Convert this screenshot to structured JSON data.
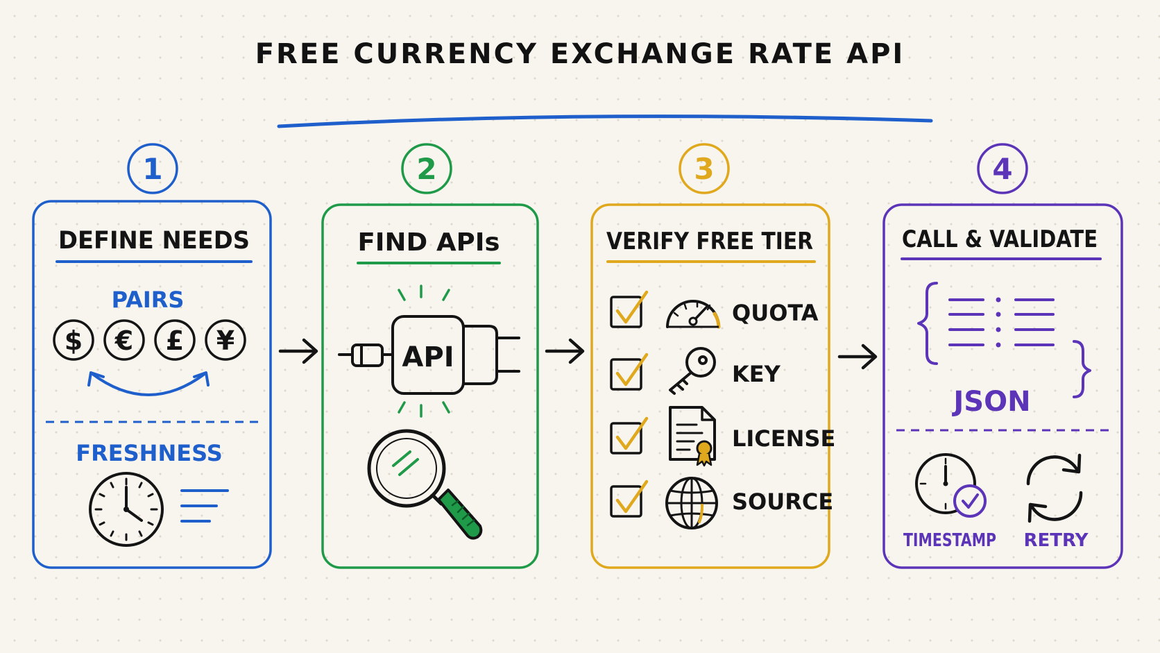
{
  "title": "FREE CURRENCY EXCHANGE RATE API",
  "colors": {
    "blue": "#1f5fcc",
    "green": "#1e9a48",
    "amber": "#e0a81c",
    "purple": "#5b34b8",
    "ink": "#141414",
    "background": "#f8f5ef"
  },
  "steps": [
    {
      "number": "1",
      "title": "DEFINE NEEDS",
      "pairs_label": "PAIRS",
      "currencies": [
        "$",
        "€",
        "£",
        "¥"
      ],
      "currency_icons": [
        "dollar-icon",
        "euro-icon",
        "pound-icon",
        "yen-icon"
      ],
      "freshness_label": "FRESHNESS",
      "icons": [
        "swap-arrow-icon",
        "clock-icon",
        "lines-icon"
      ]
    },
    {
      "number": "2",
      "title": "FIND APIs",
      "api_label": "API",
      "icons": [
        "api-plug-icon",
        "magnifier-icon"
      ]
    },
    {
      "number": "3",
      "title": "VERIFY FREE TIER",
      "checks": [
        {
          "label": "QUOTA",
          "icon": "gauge-icon"
        },
        {
          "label": "KEY",
          "icon": "key-icon"
        },
        {
          "label": "LICENSE",
          "icon": "license-document-icon"
        },
        {
          "label": "SOURCE",
          "icon": "globe-icon"
        }
      ]
    },
    {
      "number": "4",
      "title": "CALL & VALIDATE",
      "json_label": "JSON",
      "timestamp_label": "TIMESTAMP",
      "retry_label": "RETRY",
      "icons": [
        "json-braces-icon",
        "timestamp-clock-icon",
        "retry-icon"
      ]
    }
  ],
  "connectors": [
    "arrow-right-icon",
    "arrow-right-icon",
    "arrow-right-icon"
  ]
}
